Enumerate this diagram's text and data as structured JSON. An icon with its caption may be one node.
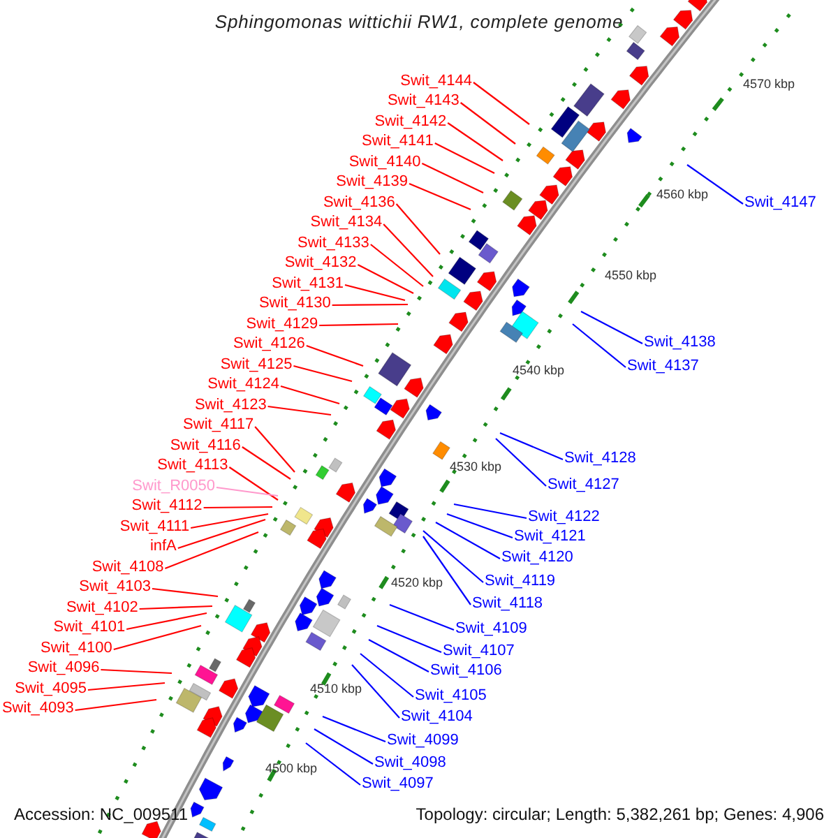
{
  "diagram": {
    "title": "Sphingomonas wittichii RW1, complete genome",
    "nodes": [
      {
        "text": [
          "Swit_4144"
        ]
      },
      {
        "text": [
          "Swit_4143"
        ]
      },
      {
        "text": [
          "Swit_4142"
        ]
      },
      {
        "text": [
          "Swit_4141"
        ]
      },
      {
        "text": [
          "Swit_4140"
        ]
      },
      {
        "text": [
          "Swit_4139"
        ]
      },
      {
        "text": [
          "Swit_4136"
        ]
      },
      {
        "text": [
          "Swit_4134"
        ]
      },
      {
        "text": [
          "Swit_4133"
        ]
      },
      {
        "text": [
          "Swit_4132"
        ]
      },
      {
        "text": [
          "Swit_4131"
        ]
      },
      {
        "text": [
          "Swit_4130"
        ]
      },
      {
        "text": [
          "Swit_4129"
        ]
      },
      {
        "text": [
          "Swit_4126"
        ]
      },
      {
        "text": [
          "Swit_4125"
        ]
      },
      {
        "text": [
          "Swit_4124"
        ]
      },
      {
        "text": [
          "Swit_4123"
        ]
      },
      {
        "text": [
          "Swit_4117"
        ]
      },
      {
        "text": [
          "Swit_4116"
        ]
      },
      {
        "text": [
          "Swit_4113"
        ]
      },
      {
        "text": [
          "Swit_R0050"
        ]
      },
      {
        "text": [
          "Swit_4112"
        ]
      },
      {
        "text": [
          "Swit_4111"
        ]
      },
      {
        "text": [
          "infA"
        ]
      },
      {
        "text": [
          "Swit_4108"
        ]
      },
      {
        "text": [
          "Swit_4103"
        ]
      },
      {
        "text": [
          "Swit_4102"
        ]
      },
      {
        "text": [
          "Swit_4101"
        ]
      },
      {
        "text": [
          "Swit_4100"
        ]
      },
      {
        "text": [
          "Swit_4096"
        ]
      },
      {
        "text": [
          "Swit_4095"
        ]
      },
      {
        "text": [
          "Swit_4093"
        ]
      },
      {
        "text": [
          "Swit_4147"
        ]
      },
      {
        "text": [
          "Swit_4138"
        ]
      },
      {
        "text": [
          "Swit_4137"
        ]
      },
      {
        "text": [
          "Swit_4128"
        ]
      },
      {
        "text": [
          "Swit_4127"
        ]
      },
      {
        "text": [
          "Swit_4122"
        ]
      },
      {
        "text": [
          "Swit_4121"
        ]
      },
      {
        "text": [
          "Swit_4120"
        ]
      },
      {
        "text": [
          "Swit_4119"
        ]
      },
      {
        "text": [
          "Swit_4118"
        ]
      },
      {
        "text": [
          "Swit_4109"
        ]
      },
      {
        "text": [
          "Swit_4107"
        ]
      },
      {
        "text": [
          "Swit_4106"
        ]
      },
      {
        "text": [
          "Swit_4105"
        ]
      },
      {
        "text": [
          "Swit_4104"
        ]
      },
      {
        "text": [
          "Swit_4099"
        ]
      },
      {
        "text": [
          "Swit_4098"
        ]
      },
      {
        "text": [
          "Swit_4097"
        ]
      }
    ],
    "edges": [
      {
        "from": 0,
        "to": null,
        "arrow": "none"
      },
      {
        "from": 1,
        "to": null,
        "arrow": "none"
      },
      {
        "from": 2,
        "to": null,
        "arrow": "none"
      },
      {
        "from": 3,
        "to": null,
        "arrow": "none"
      },
      {
        "from": 4,
        "to": null,
        "arrow": "none"
      },
      {
        "from": 5,
        "to": null,
        "arrow": "none"
      },
      {
        "from": 6,
        "to": null,
        "arrow": "none"
      },
      {
        "from": 7,
        "to": null,
        "arrow": "none"
      },
      {
        "from": 8,
        "to": null,
        "arrow": "none"
      },
      {
        "from": 9,
        "to": null,
        "arrow": "none"
      },
      {
        "from": 10,
        "to": null,
        "arrow": "none"
      },
      {
        "from": 11,
        "to": null,
        "arrow": "none"
      },
      {
        "from": 12,
        "to": null,
        "arrow": "none"
      },
      {
        "from": 13,
        "to": null,
        "arrow": "none"
      },
      {
        "from": 14,
        "to": null,
        "arrow": "none"
      },
      {
        "from": 15,
        "to": null,
        "arrow": "none"
      },
      {
        "from": 16,
        "to": null,
        "arrow": "none"
      },
      {
        "from": 17,
        "to": null,
        "arrow": "none"
      },
      {
        "from": 18,
        "to": null,
        "arrow": "none"
      },
      {
        "from": 19,
        "to": null,
        "arrow": "none"
      },
      {
        "from": 20,
        "to": null,
        "arrow": "none",
        "color": "#ff99cc"
      },
      {
        "from": 21,
        "to": null,
        "arrow": "none"
      },
      {
        "from": 22,
        "to": null,
        "arrow": "none"
      },
      {
        "from": 23,
        "to": null,
        "arrow": "none"
      },
      {
        "from": 24,
        "to": null,
        "arrow": "none"
      },
      {
        "from": 25,
        "to": null,
        "arrow": "none"
      },
      {
        "from": 26,
        "to": null,
        "arrow": "none"
      },
      {
        "from": 27,
        "to": null,
        "arrow": "none"
      },
      {
        "from": 28,
        "to": null,
        "arrow": "none"
      },
      {
        "from": 29,
        "to": null,
        "arrow": "none"
      },
      {
        "from": 30,
        "to": null,
        "arrow": "none"
      },
      {
        "from": 31,
        "to": null,
        "arrow": "none"
      },
      {
        "from": 32,
        "to": null,
        "arrow": "none",
        "color": "#0000ff"
      },
      {
        "from": 33,
        "to": null,
        "arrow": "none",
        "color": "#0000ff"
      },
      {
        "from": 34,
        "to": null,
        "arrow": "none",
        "color": "#0000ff"
      },
      {
        "from": 35,
        "to": null,
        "arrow": "none",
        "color": "#0000ff"
      },
      {
        "from": 36,
        "to": null,
        "arrow": "none",
        "color": "#0000ff"
      },
      {
        "from": 37,
        "to": null,
        "arrow": "none",
        "color": "#0000ff"
      },
      {
        "from": 38,
        "to": null,
        "arrow": "none",
        "color": "#0000ff"
      },
      {
        "from": 39,
        "to": null,
        "arrow": "none",
        "color": "#0000ff"
      },
      {
        "from": 40,
        "to": null,
        "arrow": "none",
        "color": "#0000ff"
      },
      {
        "from": 41,
        "to": null,
        "arrow": "none",
        "color": "#0000ff"
      },
      {
        "from": 42,
        "to": null,
        "arrow": "none",
        "color": "#0000ff"
      },
      {
        "from": 43,
        "to": null,
        "arrow": "none",
        "color": "#0000ff"
      },
      {
        "from": 44,
        "to": null,
        "arrow": "none",
        "color": "#0000ff"
      },
      {
        "from": 45,
        "to": null,
        "arrow": "none",
        "color": "#0000ff"
      },
      {
        "from": 46,
        "to": null,
        "arrow": "none",
        "color": "#0000ff"
      },
      {
        "from": 47,
        "to": null,
        "arrow": "none",
        "color": "#0000ff"
      },
      {
        "from": 48,
        "to": null,
        "arrow": "none",
        "color": "#0000ff"
      },
      {
        "from": 49,
        "to": null,
        "arrow": "none",
        "color": "#0000ff"
      }
    ],
    "labels": [
      "4570 kbp",
      "4560 kbp",
      "4550 kbp",
      "4540 kbp",
      "4530 kbp",
      "4520 kbp",
      "4510 kbp",
      "4500 kbp",
      "Accession: NC_009511",
      "Topology: circular; Length: 5,382,261 bp; Genes: 4,906"
    ]
  }
}
